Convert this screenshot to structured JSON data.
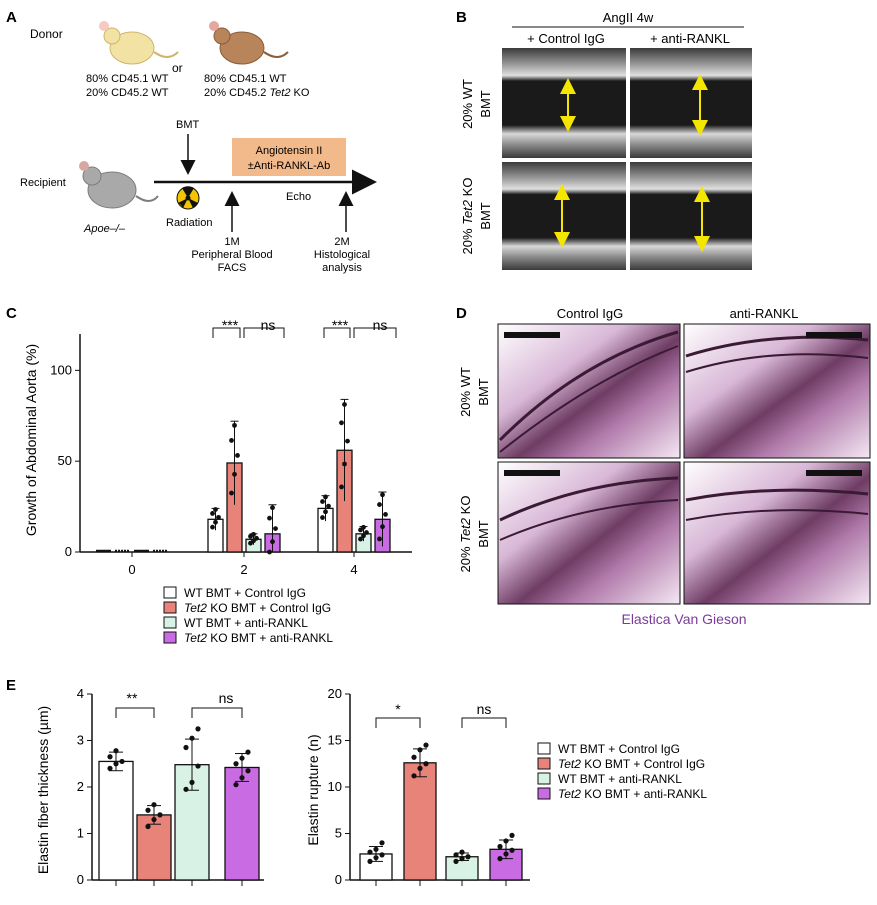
{
  "panels": {
    "A": {
      "label": "A",
      "donor_label": "Donor",
      "or_label": "or",
      "donor_left": [
        "80% CD45.1 WT",
        "20% CD45.2 WT"
      ],
      "donor_right_line1": "80% CD45.1 WT",
      "donor_right_line2_prefix": "20% CD45.2 ",
      "donor_right_line2_italic": "Tet2",
      "donor_right_line2_suffix": " KO",
      "recipient_label": "Recipient",
      "recipient_strain": "Apoe–/–",
      "bmt_label": "BMT",
      "radiation_label": "Radiation",
      "treatment_line1": "Angiotensin II",
      "treatment_line2": "±Anti-RANKL-Ab",
      "echo_label": "Echo",
      "tp1_line1": "1M",
      "tp1_line2": "Peripheral Blood",
      "tp1_line3": "FACS",
      "tp2_line1": "2M",
      "tp2_line2": "Histological",
      "tp2_line3": "analysis",
      "colors": {
        "donor_wt": "#f2e2a4",
        "donor_ko": "#b8845a",
        "recipient": "#a9a9a9",
        "treatment_box": "#f2b98a"
      }
    },
    "B": {
      "label": "B",
      "header": "AngII 4w",
      "col_labels": [
        "+ Control IgG",
        "+ anti-RANKL"
      ],
      "row_labels": [
        {
          "prefix": "20% WT",
          "italic": "",
          "suffix": "",
          "line2": "BMT"
        },
        {
          "prefix": "20% ",
          "italic": "Tet2",
          "suffix": " KO",
          "line2": "BMT"
        }
      ],
      "arrow_color": "#f5e600"
    },
    "C": {
      "label": "C",
      "significance": [
        {
          "at_x": 2,
          "label": "***"
        },
        {
          "at_x": 2,
          "label": "ns"
        },
        {
          "at_x": 4,
          "label": "***"
        },
        {
          "at_x": 4,
          "label": "ns"
        }
      ]
    },
    "D": {
      "label": "D",
      "col_labels": [
        "Control IgG",
        "anti-RANKL"
      ],
      "row_labels": [
        {
          "prefix": "20% WT",
          "italic": "",
          "suffix": "",
          "line2": "BMT"
        },
        {
          "prefix": "20% ",
          "italic": "Tet2",
          "suffix": " KO",
          "line2": "BMT"
        }
      ],
      "stain_caption": "Elastica Van Gieson",
      "caption_color": "#7b3a9a"
    },
    "E": {
      "label": "E",
      "significance_left": [
        "**",
        "ns"
      ],
      "significance_right": [
        "*",
        "ns"
      ]
    }
  },
  "legend": [
    {
      "italic": "",
      "text": "WT BMT + Control IgG",
      "color": "#ffffff"
    },
    {
      "italic": "Tet2",
      "text": " KO BMT + Control IgG",
      "color": "#e8837a"
    },
    {
      "italic": "",
      "text": "WT BMT + anti-RANKL",
      "color": "#d9f2e6"
    },
    {
      "italic": "Tet2",
      "text": " KO BMT + anti-RANKL",
      "color": "#c96be3"
    }
  ],
  "chart_data": [
    {
      "type": "bar",
      "panel": "C",
      "ylabel": "Growth of Abdominal Aorta (%)",
      "xlabel": "",
      "categories": [
        "0",
        "2",
        "4"
      ],
      "ylim": [
        0,
        120
      ],
      "yticks": [
        0,
        50,
        100
      ],
      "series": [
        {
          "name": "WT BMT + Control IgG",
          "color": "#ffffff",
          "values": [
            0,
            18,
            24
          ],
          "err": [
            0,
            6,
            7
          ]
        },
        {
          "name": "Tet2 KO BMT + Control IgG",
          "color": "#e8837a",
          "values": [
            0,
            49,
            56
          ],
          "err": [
            0,
            23,
            28
          ]
        },
        {
          "name": "WT BMT + anti-RANKL",
          "color": "#d9f2e6",
          "values": [
            0,
            7,
            10
          ],
          "err": [
            0,
            3,
            4
          ]
        },
        {
          "name": "Tet2 KO BMT + anti-RANKL",
          "color": "#c96be3",
          "values": [
            0,
            10,
            18
          ],
          "err": [
            0,
            16,
            15
          ]
        }
      ]
    },
    {
      "type": "bar",
      "panel": "E-left",
      "ylabel": "Elastin fiber thickness (µm)",
      "xlabel": "",
      "ylim": [
        0,
        4
      ],
      "yticks": [
        0,
        1,
        2,
        3,
        4
      ],
      "series": [
        {
          "name": "WT BMT + Control IgG",
          "color": "#ffffff",
          "value": 2.55,
          "err": 0.2,
          "points": [
            2.4,
            2.5,
            2.55,
            2.65,
            2.78
          ]
        },
        {
          "name": "Tet2 KO BMT + Control IgG",
          "color": "#e8837a",
          "value": 1.4,
          "err": 0.2,
          "points": [
            1.15,
            1.3,
            1.4,
            1.5,
            1.62
          ]
        },
        {
          "name": "WT BMT + anti-RANKL",
          "color": "#d9f2e6",
          "value": 2.48,
          "err": 0.55,
          "points": [
            1.95,
            2.1,
            2.45,
            2.85,
            3.05,
            3.25
          ]
        },
        {
          "name": "Tet2 KO BMT + anti-RANKL",
          "color": "#c96be3",
          "value": 2.42,
          "err": 0.3,
          "points": [
            2.05,
            2.2,
            2.35,
            2.5,
            2.62,
            2.75
          ]
        }
      ]
    },
    {
      "type": "bar",
      "panel": "E-right",
      "ylabel": "Elastin rupture (n)",
      "xlabel": "",
      "ylim": [
        0,
        20
      ],
      "yticks": [
        0,
        5,
        10,
        15,
        20
      ],
      "series": [
        {
          "name": "WT BMT + Control IgG",
          "color": "#ffffff",
          "value": 2.8,
          "err": 0.8,
          "points": [
            2.0,
            2.4,
            2.7,
            3.0,
            3.3,
            4.0
          ]
        },
        {
          "name": "Tet2 KO BMT + Control IgG",
          "color": "#e8837a",
          "value": 12.6,
          "err": 1.5,
          "points": [
            11.2,
            12.0,
            12.5,
            13.2,
            14.0,
            14.5
          ]
        },
        {
          "name": "WT BMT + anti-RANKL",
          "color": "#d9f2e6",
          "value": 2.5,
          "err": 0.4,
          "points": [
            2.0,
            2.3,
            2.5,
            2.7,
            3.0
          ]
        },
        {
          "name": "Tet2 KO BMT + anti-RANKL",
          "color": "#c96be3",
          "value": 3.3,
          "err": 1.0,
          "points": [
            2.3,
            2.8,
            3.2,
            3.6,
            4.2,
            4.8
          ]
        }
      ]
    }
  ]
}
